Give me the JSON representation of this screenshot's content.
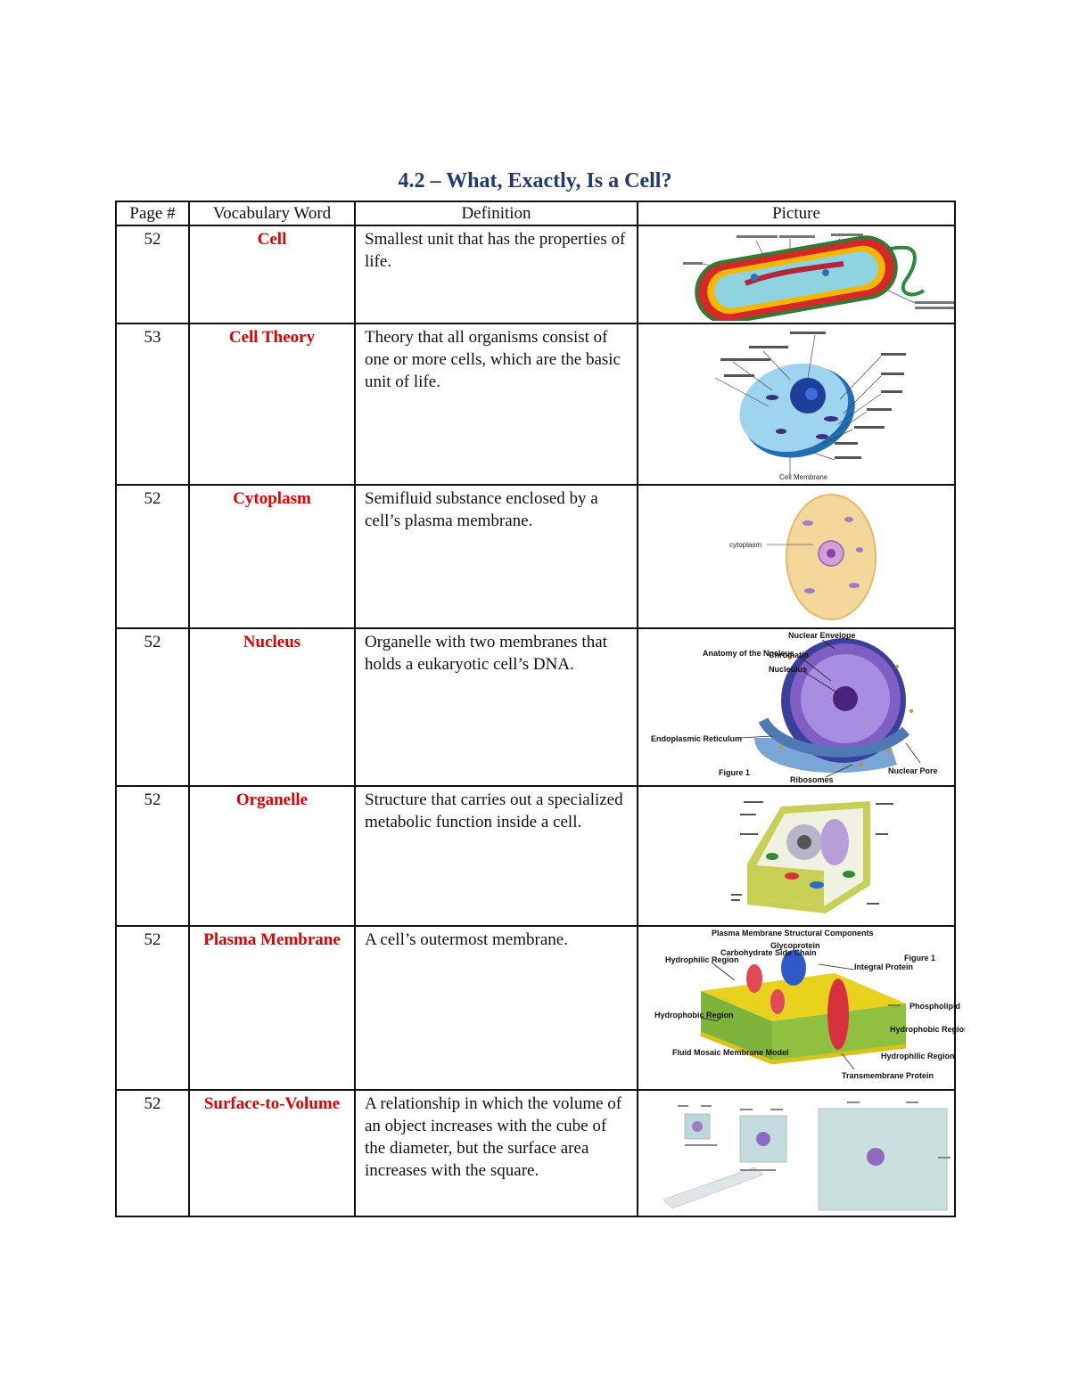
{
  "title": "4.2 – What, Exactly, Is a Cell?",
  "headers": {
    "page": "Page #",
    "word": "Vocabulary Word",
    "definition": "Definition",
    "picture": "Picture"
  },
  "rows": [
    {
      "page": "52",
      "word": "Cell",
      "definition": "Smallest unit that has the properties of life.",
      "picture": "prokaryotic-cell-diagram"
    },
    {
      "page": "53",
      "word": "Cell Theory",
      "definition": "Theory that all organisms consist of one or more cells, which are the basic unit of life.",
      "picture": "animal-cell-diagram",
      "labels": [
        "Cell Membrane"
      ]
    },
    {
      "page": "52",
      "word": "Cytoplasm",
      "definition": "Semifluid substance enclosed by a cell’s plasma membrane.",
      "picture": "cytoplasm-diagram",
      "labels": [
        "cytoplasm"
      ]
    },
    {
      "page": "52",
      "word": "Nucleus",
      "definition": "Organelle with two membranes that holds a eukaryotic cell’s DNA.",
      "picture": "nucleus-anatomy-diagram",
      "labels": [
        "Nuclear Envelope",
        "Anatomy of the Nucleus",
        "Chromatin",
        "Nucleolus",
        "Endoplasmic Reticulum",
        "Figure 1",
        "Ribosomes",
        "Nuclear Pore"
      ]
    },
    {
      "page": "52",
      "word": "Organelle",
      "definition": "Structure that carries out a specialized metabolic function inside a cell.",
      "picture": "plant-cell-diagram"
    },
    {
      "page": "52",
      "word": "Plasma Membrane",
      "definition": "A cell’s outermost membrane.",
      "picture": "plasma-membrane-diagram",
      "labels": [
        "Plasma Membrane Structural Components",
        "Glycoprotein",
        "Carbohydrate Side Chain",
        "Hydrophilic Region",
        "Integral Protein",
        "Figure 1",
        "Phospholipid",
        "Hydrophobic Region",
        "Hydrophobic Region",
        "Fluid Mosaic Membrane Model",
        "Hydrophilic Region",
        "Transmembrane Protein"
      ]
    },
    {
      "page": "52",
      "word": "Surface-to-Volume",
      "definition": "A relationship in which the volume of an object increases with the cube of the diameter, but the surface area increases with the square.",
      "picture": "surface-to-volume-cubes"
    }
  ],
  "colors": {
    "title": "#1f3a6e",
    "word": "#e00000"
  }
}
